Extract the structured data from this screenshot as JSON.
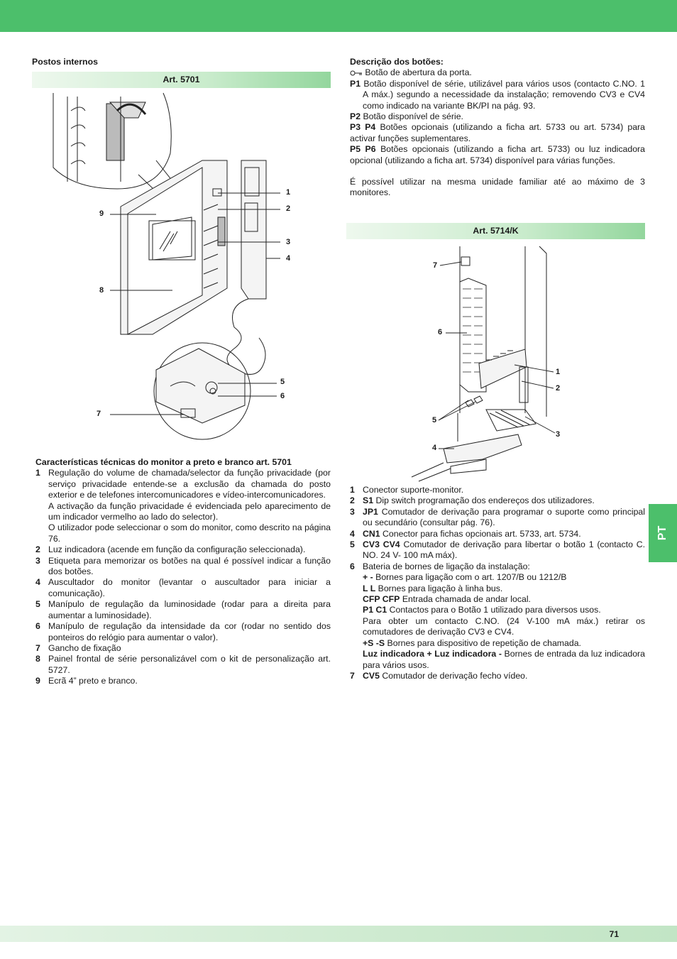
{
  "page": {
    "number": "71",
    "language_tab": "PT"
  },
  "left": {
    "section_title": "Postos internos",
    "band": "Art. 5701",
    "figure_callouts": [
      "1",
      "2",
      "3",
      "4",
      "5",
      "6",
      "7",
      "8",
      "9"
    ],
    "spec_title": "Características técnicas do monitor a preto e branco art. 5701",
    "items": [
      {
        "n": "1",
        "lines": [
          "Regulação do volume de chamada/selector da função privacidade (por serviço privacidade entende-se a exclusão da chamada do posto exterior e de telefones intercomunicadores e vídeo-intercomunicadores.",
          "A activação da função privacidade é evidenciada pelo aparecimento de um indicador vermelho ao lado do selector).",
          "O utilizador pode seleccionar o som do monitor, como descrito na página 76."
        ]
      },
      {
        "n": "2",
        "lines": [
          "Luz indicadora (acende em função da configuração seleccionada)."
        ]
      },
      {
        "n": "3",
        "lines": [
          "Etiqueta para memorizar os botões na qual é possível indicar a função dos botões."
        ]
      },
      {
        "n": "4",
        "lines": [
          "Auscultador do monitor (levantar o auscultador para iniciar a comunicação)."
        ]
      },
      {
        "n": "5",
        "lines": [
          "Manípulo de regulação da luminosidade (rodar para a direita para aumentar a luminosidade)."
        ]
      },
      {
        "n": "6",
        "lines": [
          "Manípulo de regulação da intensidade da cor (rodar no sentido dos ponteiros do relógio para aumentar o valor)."
        ]
      },
      {
        "n": "7",
        "lines": [
          "Gancho de fixação"
        ]
      },
      {
        "n": "8",
        "lines": [
          "Painel frontal de série personalizável com o kit de personalização art. 5727."
        ]
      },
      {
        "n": "9",
        "lines": [
          "Ecrã 4” preto e branco."
        ]
      }
    ]
  },
  "right": {
    "buttons_title": "Descrição dos botões:",
    "buttons": [
      {
        "key": "",
        "icon": "key-icon",
        "text": "Botão de abertura da porta."
      },
      {
        "key": "P1",
        "text": "Botão disponível de série, utilizável para vários usos (contacto C.NO. 1 A máx.) segundo a necessidade da instalação; removendo CV3 e CV4 como indicado na variante BK/PI na pág. 93."
      },
      {
        "key": "P2",
        "text": "Botão disponível de série."
      },
      {
        "key": "P3 P4",
        "text": "Botões opcionais (utilizando a ficha art. 5733 ou art. 5734) para activar funções suplementares."
      },
      {
        "key": "P5 P6",
        "text": "Botões opcionais (utilizando a ficha art. 5733) ou luz indicadora opcional (utilizando a ficha art. 5734) disponível para várias funções."
      }
    ],
    "note": "É possível utilizar na mesma unidade familiar até ao máximo de 3 monitores.",
    "band": "Art. 5714/K",
    "figure_callouts": [
      "1",
      "2",
      "3",
      "4",
      "5",
      "6",
      "7"
    ],
    "items": [
      {
        "n": "1",
        "key": "",
        "text": "Conector suporte-monitor."
      },
      {
        "n": "2",
        "key": "S1",
        "text": "Dip switch programação dos endereços dos utilizadores."
      },
      {
        "n": "3",
        "key": "JP1",
        "text": "Comutador de derivação para programar o suporte como principal ou secundário (consultar pág. 76)."
      },
      {
        "n": "4",
        "key": "CN1",
        "text": "Conector para fichas opcionais art. 5733, art. 5734."
      },
      {
        "n": "5",
        "key": "CV3 CV4",
        "text": "Comutador de derivação para libertar o botão 1 (contacto C. NO. 24 V- 100 mA máx)."
      },
      {
        "n": "6",
        "key": "",
        "text": "Bateria de bornes de ligação da instalação:",
        "subs": [
          {
            "key": "+ -",
            "text": "Bornes para ligação com o art. 1207/B ou 1212/B"
          },
          {
            "key": "L L",
            "text": "Bornes para ligação à linha bus."
          },
          {
            "key": "CFP CFP",
            "text": "Entrada chamada de andar local."
          },
          {
            "key": "P1 C1",
            "text": "Contactos para o Botão 1 utilizado para diversos usos."
          },
          {
            "key": "",
            "text": "Para obter um contacto C.NO. (24 V-100 mA máx.) retirar os comutadores de derivação CV3 e CV4."
          },
          {
            "key": "+S -S",
            "text": "Bornes para dispositivo de repetição de chamada."
          },
          {
            "key": "Luz indicadora + Luz indicadora -",
            "text": "Bornes de entrada da luz indicadora para vários usos."
          }
        ]
      },
      {
        "n": "7",
        "key": "CV5",
        "text": "Comutador de derivação fecho vídeo."
      }
    ]
  }
}
